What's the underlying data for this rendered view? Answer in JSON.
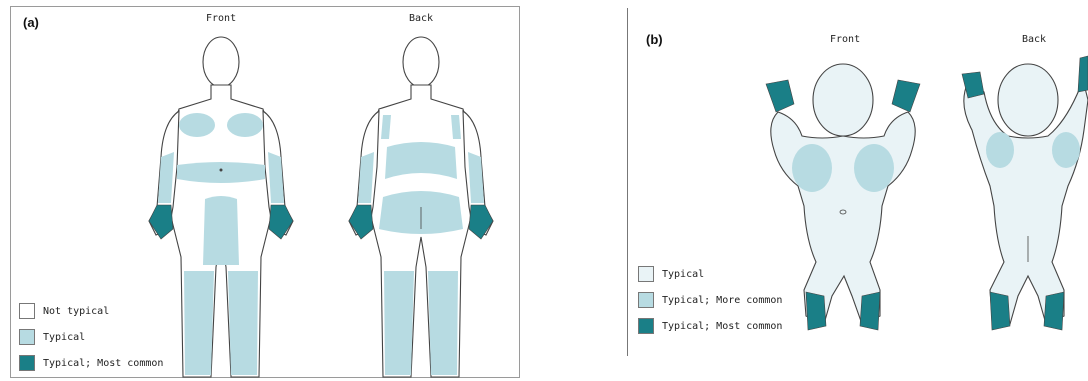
{
  "panel_a": {
    "label": "(a)",
    "front_label": "Front",
    "back_label": "Back",
    "legend": [
      {
        "text": "Not typical",
        "color": "#ffffff"
      },
      {
        "text": "Typical",
        "color": "#b7dbe2"
      },
      {
        "text": "Typical; Most common",
        "color": "#1a7f87"
      }
    ]
  },
  "panel_b": {
    "label": "(b)",
    "front_label": "Front",
    "back_label": "Back",
    "legend": [
      {
        "text": "Typical",
        "color": "#e9f3f6"
      },
      {
        "text": "Typical; More common",
        "color": "#b7dbe2"
      },
      {
        "text": "Typical; Most common",
        "color": "#1a7f87"
      }
    ]
  },
  "colors": {
    "outline": "#444444",
    "light": "#b7dbe2",
    "pale": "#e9f3f6",
    "dark": "#1a7f87"
  }
}
